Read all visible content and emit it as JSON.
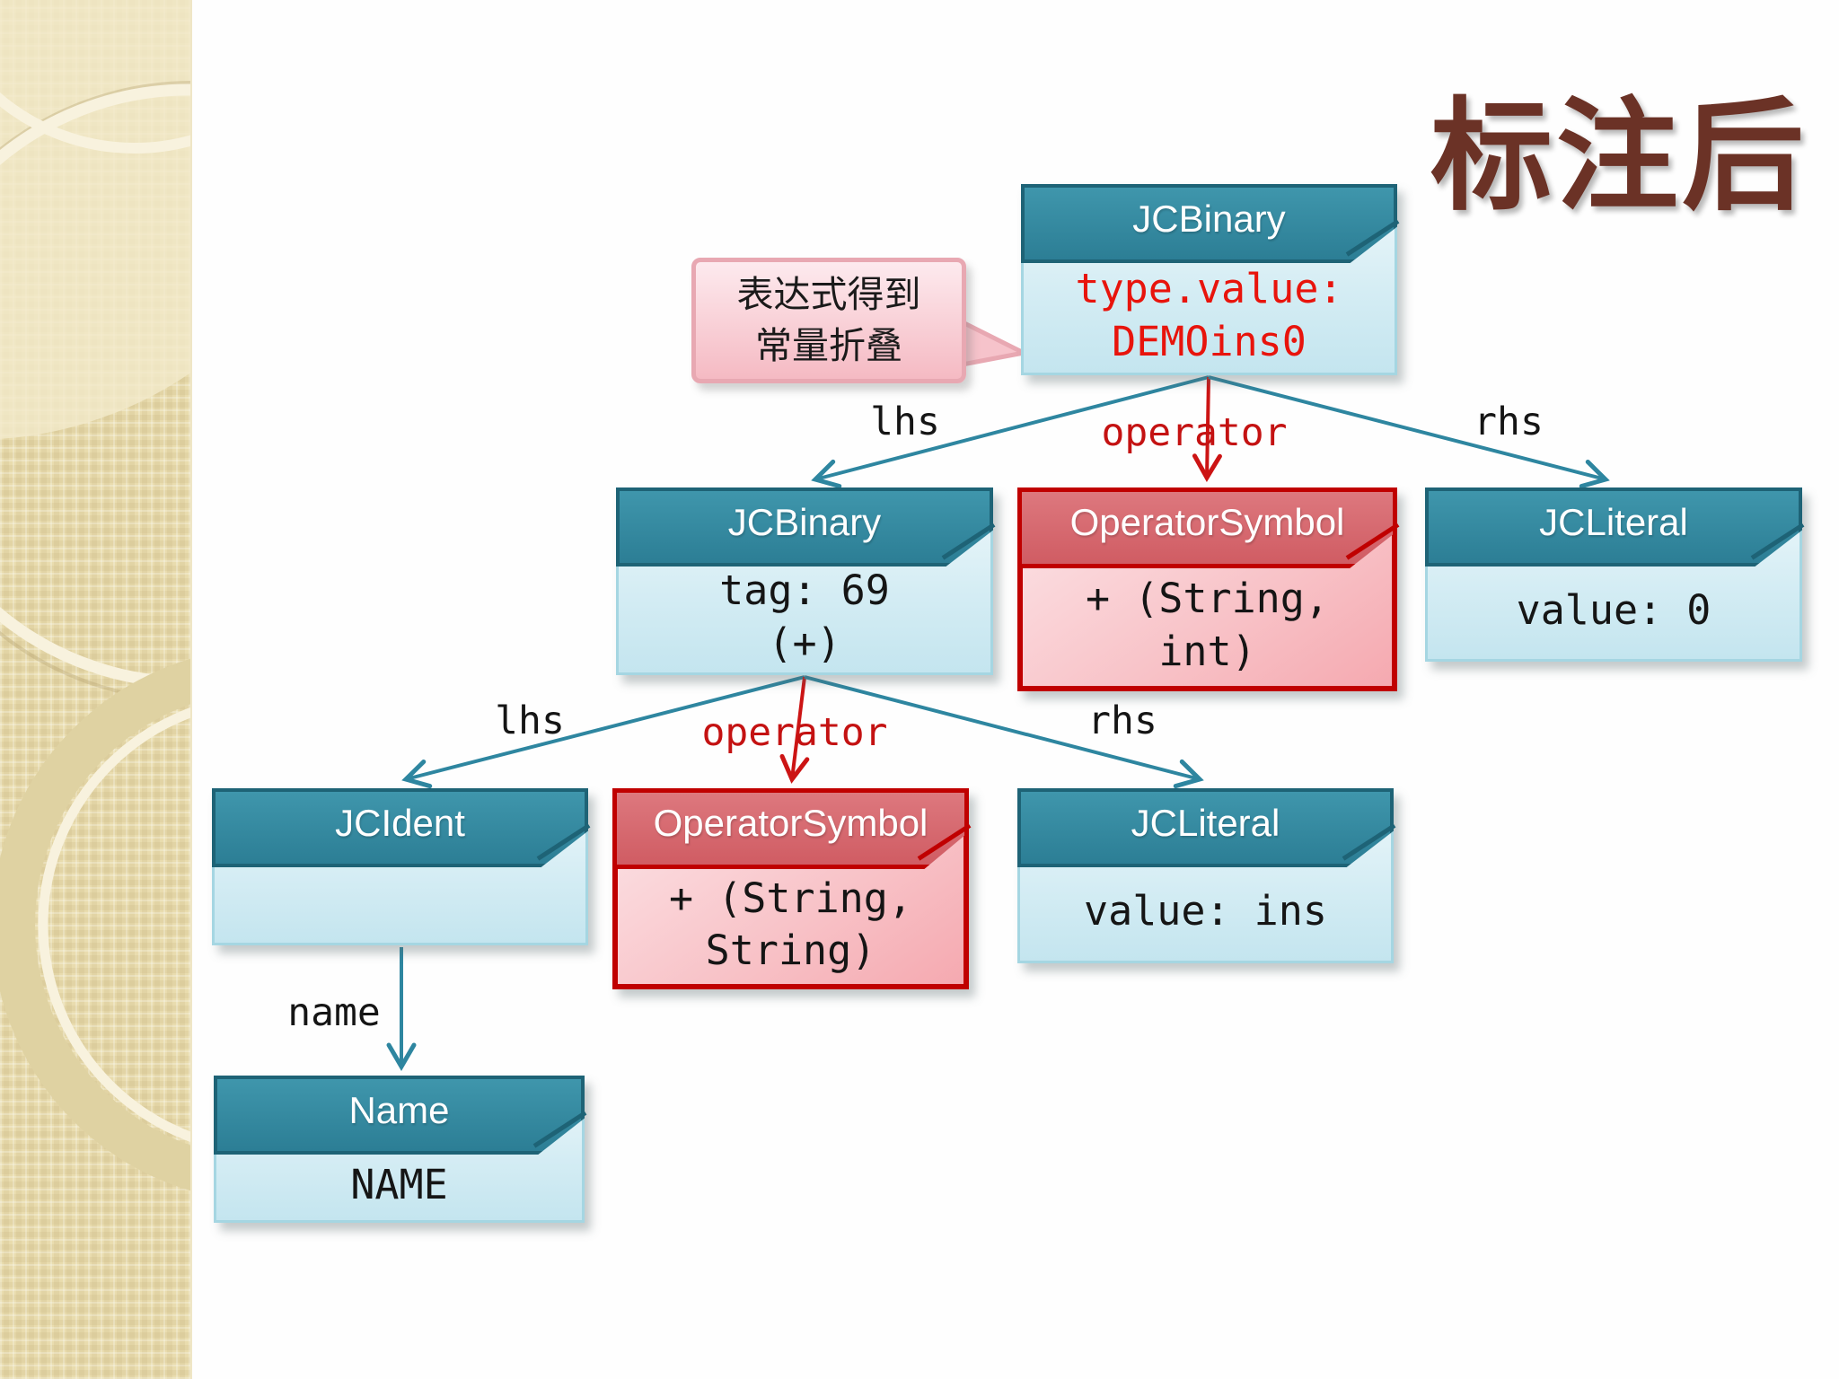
{
  "title": "标注后",
  "callout": {
    "text": "表达式得到\n常量折叠"
  },
  "nodes": {
    "root": {
      "type": "JCBinary",
      "body": "type.value:\nDEMOins0"
    },
    "binary2": {
      "type": "JCBinary",
      "body": "tag: 69\n(+)"
    },
    "opsym1": {
      "type": "OperatorSymbol",
      "body": "+ (String,\nint)"
    },
    "literal1": {
      "type": "JCLiteral",
      "body": "value: 0"
    },
    "ident": {
      "type": "JCIdent",
      "body": ""
    },
    "opsym2": {
      "type": "OperatorSymbol",
      "body": "+ (String,\nString)"
    },
    "literal2": {
      "type": "JCLiteral",
      "body": "value: ins"
    },
    "name": {
      "type": "Name",
      "body": "NAME"
    }
  },
  "edges": {
    "root_lhs": "lhs",
    "root_operator": "operator",
    "root_rhs": "rhs",
    "binary2_lhs": "lhs",
    "binary2_operator": "operator",
    "binary2_rhs": "rhs",
    "ident_name": "name"
  },
  "colors": {
    "title": "#6b3226",
    "teal_header": "#2f869c",
    "teal_border": "#1e6376",
    "node_blue_body": "#ddf0f7",
    "red_border": "#c00000",
    "red_header": "#d96a70",
    "pink_body": "#f8c2c7",
    "callout_border": "#e8a8b2",
    "arrow_teal": "#2e86a0",
    "arrow_red": "#cc1414",
    "body_text_red": "#e8140c",
    "sidebar_beige": "#e9dcae"
  }
}
